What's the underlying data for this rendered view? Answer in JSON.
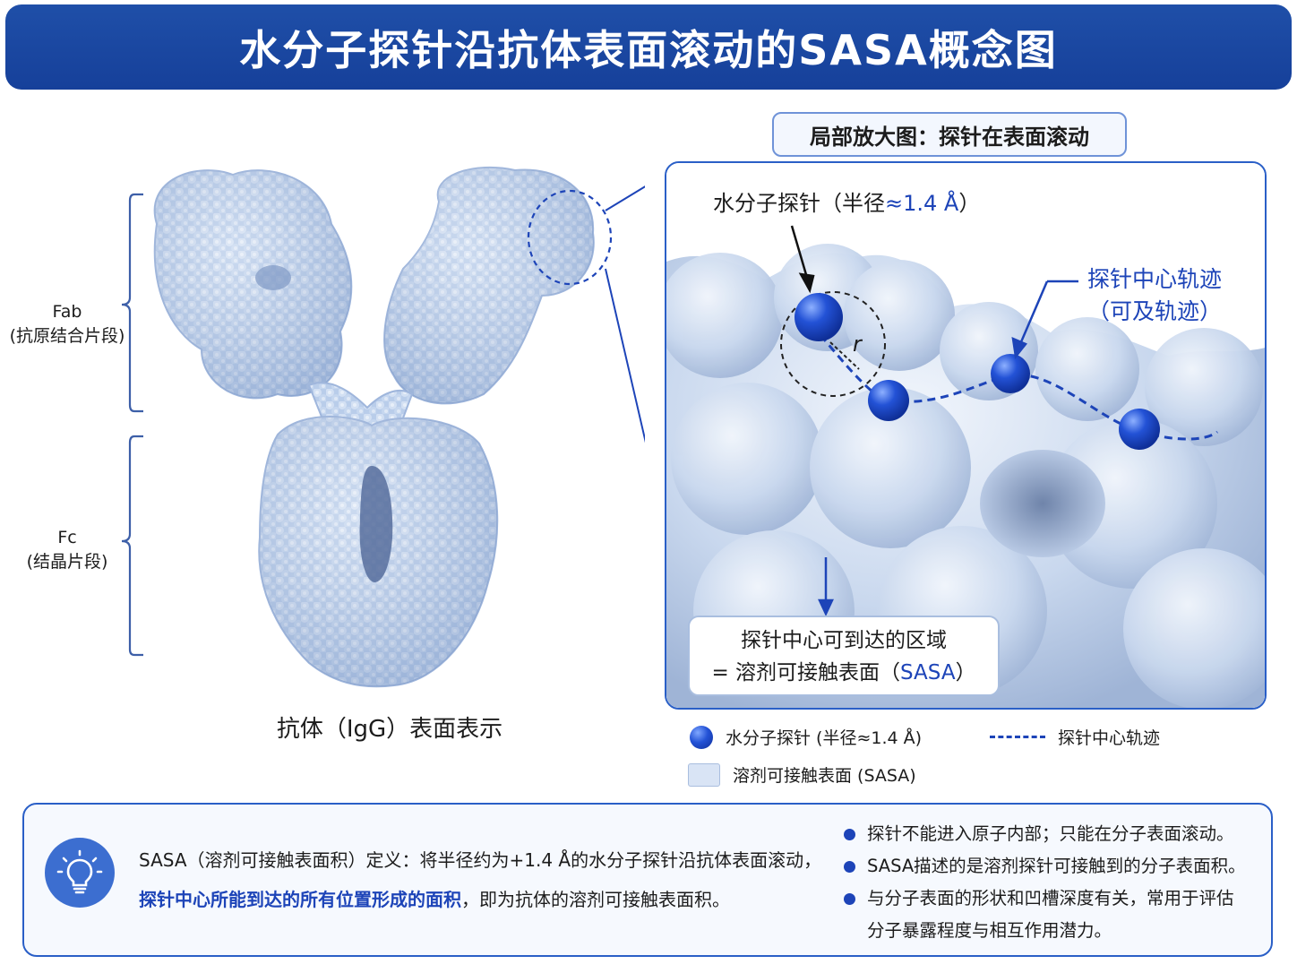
{
  "title": "水分子探针沿抗体表面滚动的SASA概念图",
  "zoom_label": "局部放大图：探针在表面滚动",
  "antibody": {
    "fab_label": "Fab",
    "fab_sub": "(抗原结合片段)",
    "fc_label": "Fc",
    "fc_sub": "(结晶片段)",
    "caption": "抗体（IgG）表面表示"
  },
  "zoom": {
    "probe_label_prefix": "水分子探针（半径",
    "probe_label_value": "≈1.4 Å",
    "probe_label_suffix": "）",
    "trajectory_label_line1": "探针中心轨迹",
    "trajectory_label_line2": "（可及轨迹）",
    "radius_symbol": "r",
    "reach_line1": "探针中心可到达的区域",
    "reach_line2_prefix": "= 溶剂可接触表面（",
    "reach_line2_value": "SASA",
    "reach_line2_suffix": "）"
  },
  "legend": {
    "probe": "水分子探针 (半径≈1.4 Å)",
    "trajectory": "探针中心轨迹",
    "sasa": "溶剂可接触表面 (SASA)"
  },
  "definition": {
    "line1": "SASA（溶剂可接触表面积）定义：将半径约为+1.4 Å的水分子探针沿抗体表面滚动，",
    "line2_em": "探针中心所能到达的所有位置形成的面积",
    "line2_rest": "，即为抗体的溶剂可接触表面积。"
  },
  "bullets": [
    "探针不能进入原子内部；只能在分子表面滚动。",
    "SASA描述的是溶剂探针可接触到的分子表面积。",
    "与分子表面的形状和凹槽深度有关，常用于评估",
    "分子暴露程度与相互作用潜力。"
  ],
  "colors": {
    "primary": "#1f4fa8",
    "accent_blue": "#1d44b8",
    "surface": "#c8d8f0",
    "probe": "#2352d6"
  }
}
